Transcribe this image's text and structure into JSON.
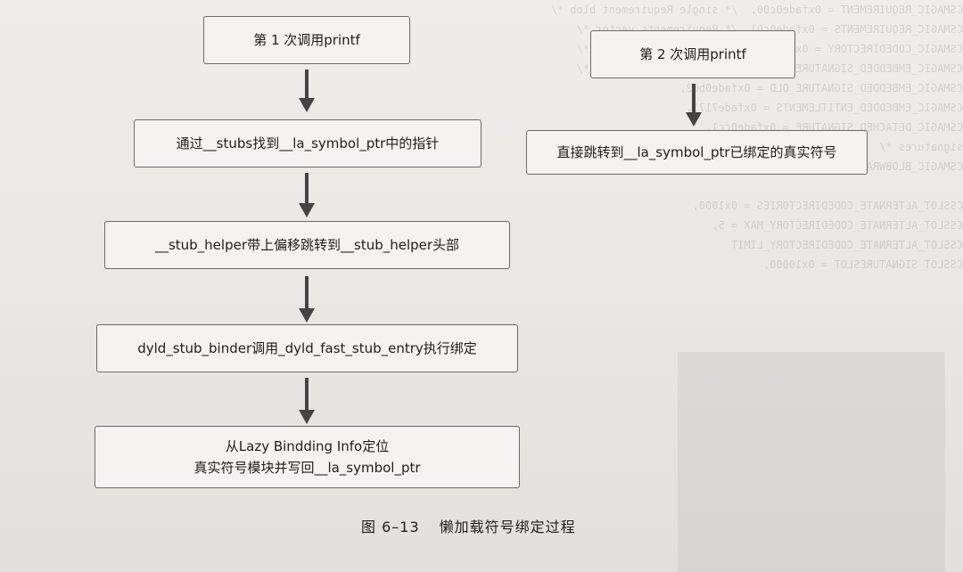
{
  "flow_left": {
    "step1": "第 1 次调用printf",
    "step2": "通过__stubs找到__la_symbol_ptr中的指针",
    "step3": "__stub_helper带上偏移跳转到__stub_helper头部",
    "step4": "dyld_stub_binder调用_dyld_fast_stub_entry执行绑定",
    "step5_line1": "从Lazy Bindding Info定位",
    "step5_line2": "真实符号模块并写回__la_symbol_ptr"
  },
  "flow_right": {
    "step1": "第 2 次调用printf",
    "step2": "直接跳转到__la_symbol_ptr已绑定的真实符号"
  },
  "caption": {
    "figure_number": "图 6–13",
    "title": "懒加载符号绑定过程"
  }
}
